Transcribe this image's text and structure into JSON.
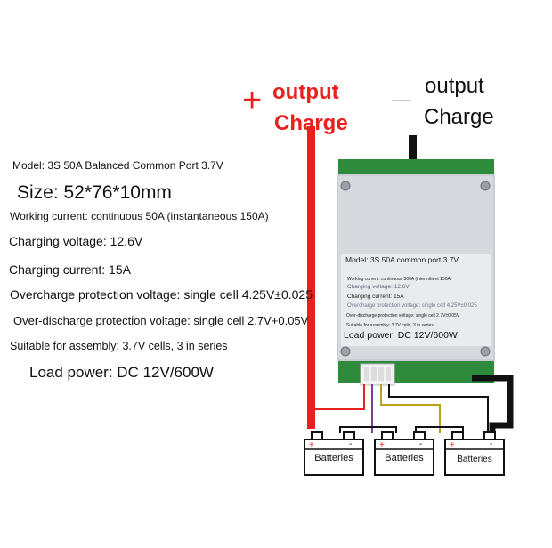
{
  "labels": {
    "plus_sign": "+",
    "plus_output": "output",
    "plus_charge": "Charge",
    "minus_sign": "_",
    "minus_output": "output",
    "minus_charge": "Charge"
  },
  "specs": {
    "model": "Model: 3S 50A Balanced Common Port 3.7V",
    "size": "Size: 52*76*10mm",
    "working_current": "Working current: continuous 50A (instantaneous 150A)",
    "charging_voltage": "Charging voltage: 12.6V",
    "charging_current": "Charging current: 15A",
    "overcharge": "Overcharge protection voltage: single cell 4.25V±0.025",
    "overdischarge": "Over-discharge protection voltage: single cell 2.7V+0.05V",
    "assembly": "Suitable for assembly: 3.7V cells, 3 in series",
    "load_power": "Load power: DC 12V/600W"
  },
  "board_sticker": {
    "model": "Model: 3S 50A common port 3.7V",
    "working_current": "Working current: continuous 300A (intermittent 150A)",
    "charging_voltage": "Charging voltage: 12.6V",
    "charging_current": "Charging current: 15A",
    "overcharge": "Overcharge protection voltage: single cell 4.25V±0.025",
    "overdischarge": "Over-discharge protection voltage: single cell 2.7V±0.05V",
    "assembly": "Suitable for assembly: 3.7V cells, 3 in series",
    "load_power": "Load power: DC 12V/600W"
  },
  "batteries": [
    {
      "label": "Batteries"
    },
    {
      "label": "Batteries"
    },
    {
      "label": "Batteries"
    }
  ],
  "colors": {
    "positive": "#e8211f",
    "negative": "#111111",
    "board_green": "#2e8b3c",
    "heatsink": "#c9cdd3",
    "balance_wire_1": "#7a3e9d",
    "balance_wire_2": "#b8a21a"
  }
}
